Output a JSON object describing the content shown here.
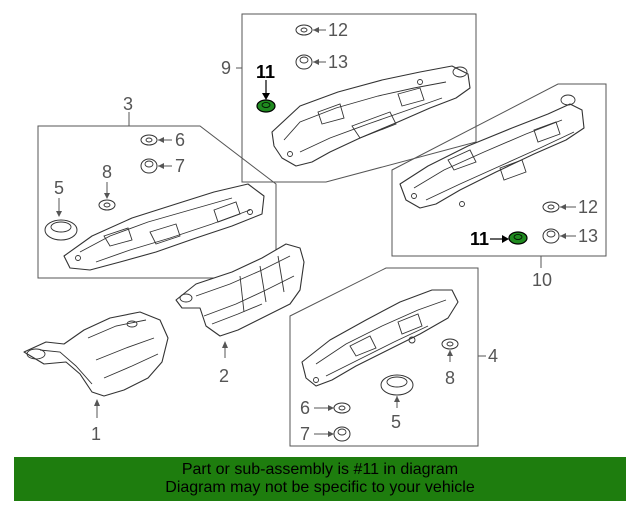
{
  "callouts": {
    "c1": "1",
    "c2": "2",
    "c3": "3",
    "c4": "4",
    "c5a": "5",
    "c5b": "5",
    "c6a": "6",
    "c6b": "6",
    "c7a": "7",
    "c7b": "7",
    "c8a": "8",
    "c8b": "8",
    "c9": "9",
    "c10": "10",
    "c11a": "11",
    "c11b": "11",
    "c12a": "12",
    "c12b": "12",
    "c13a": "13",
    "c13b": "13"
  },
  "highlight_part": "11",
  "colors": {
    "banner_bg": "#1e7d0e",
    "highlight_fill": "#1f8a1f",
    "line": "#555555"
  },
  "banner": {
    "line1": "Part or sub-assembly is #11 in diagram",
    "line2": "Diagram may not be specific to your vehicle"
  }
}
